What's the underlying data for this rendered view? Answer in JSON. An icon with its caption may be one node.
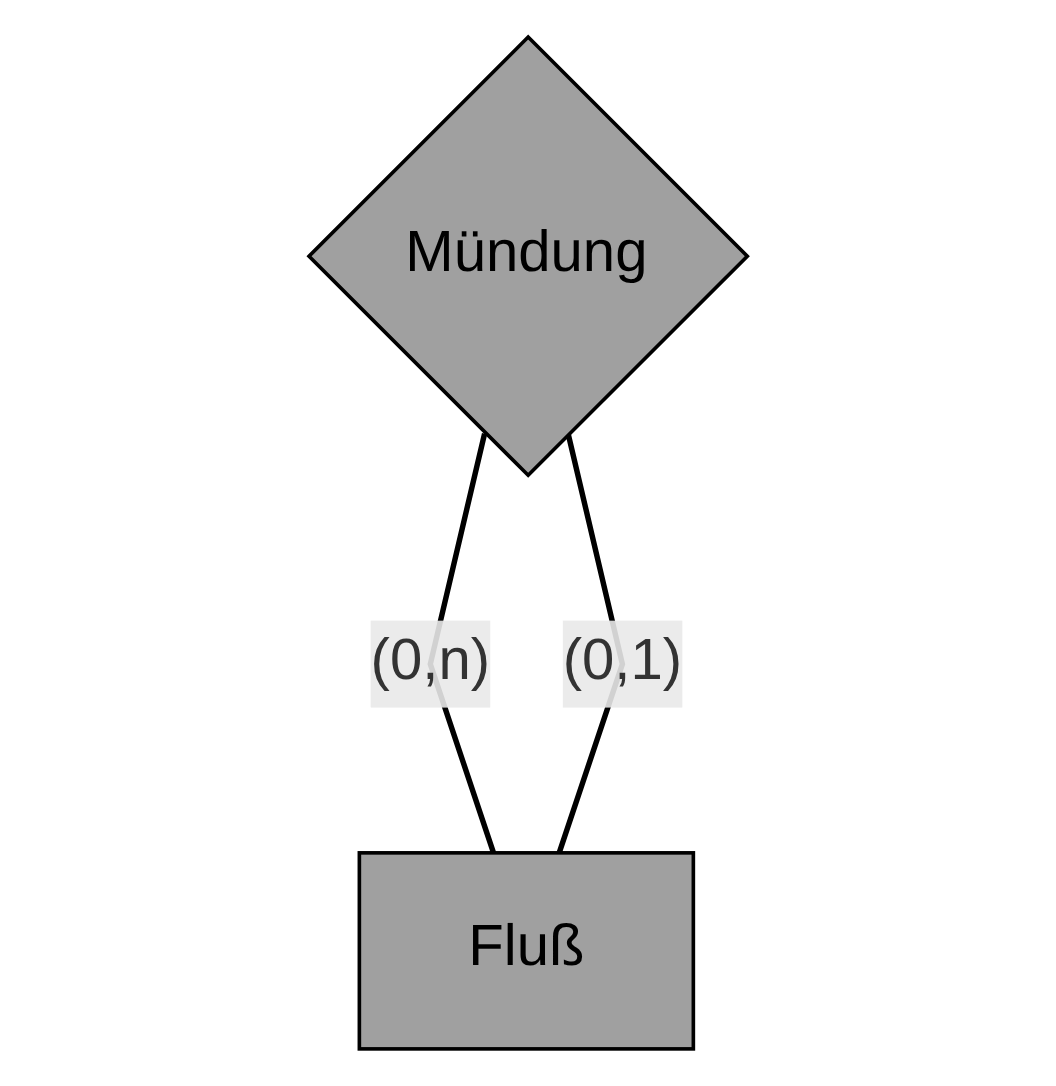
{
  "diagram": {
    "nodes": [
      {
        "text": [
          "Mündung"
        ]
      },
      {
        "text": [
          "Fluß"
        ]
      }
    ],
    "edges": [
      {
        "from": 0,
        "to": 1,
        "arrow": "none",
        "label": "(0,n)"
      },
      {
        "from": 0,
        "to": 1,
        "arrow": "none",
        "label": "(0,1)"
      }
    ]
  }
}
